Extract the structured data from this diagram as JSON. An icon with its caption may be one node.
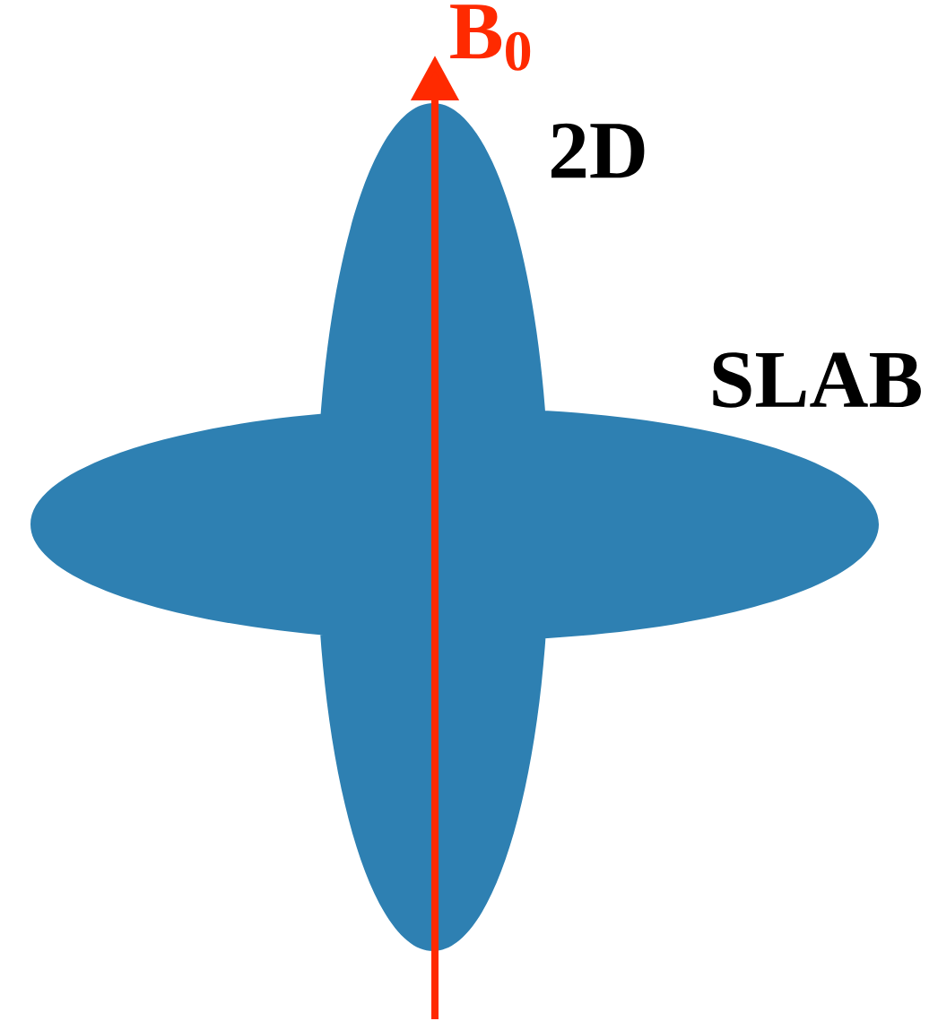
{
  "diagram": {
    "labels": [
      "B$_{0}$",
      "2D",
      "SLAB"
    ]
  }
}
